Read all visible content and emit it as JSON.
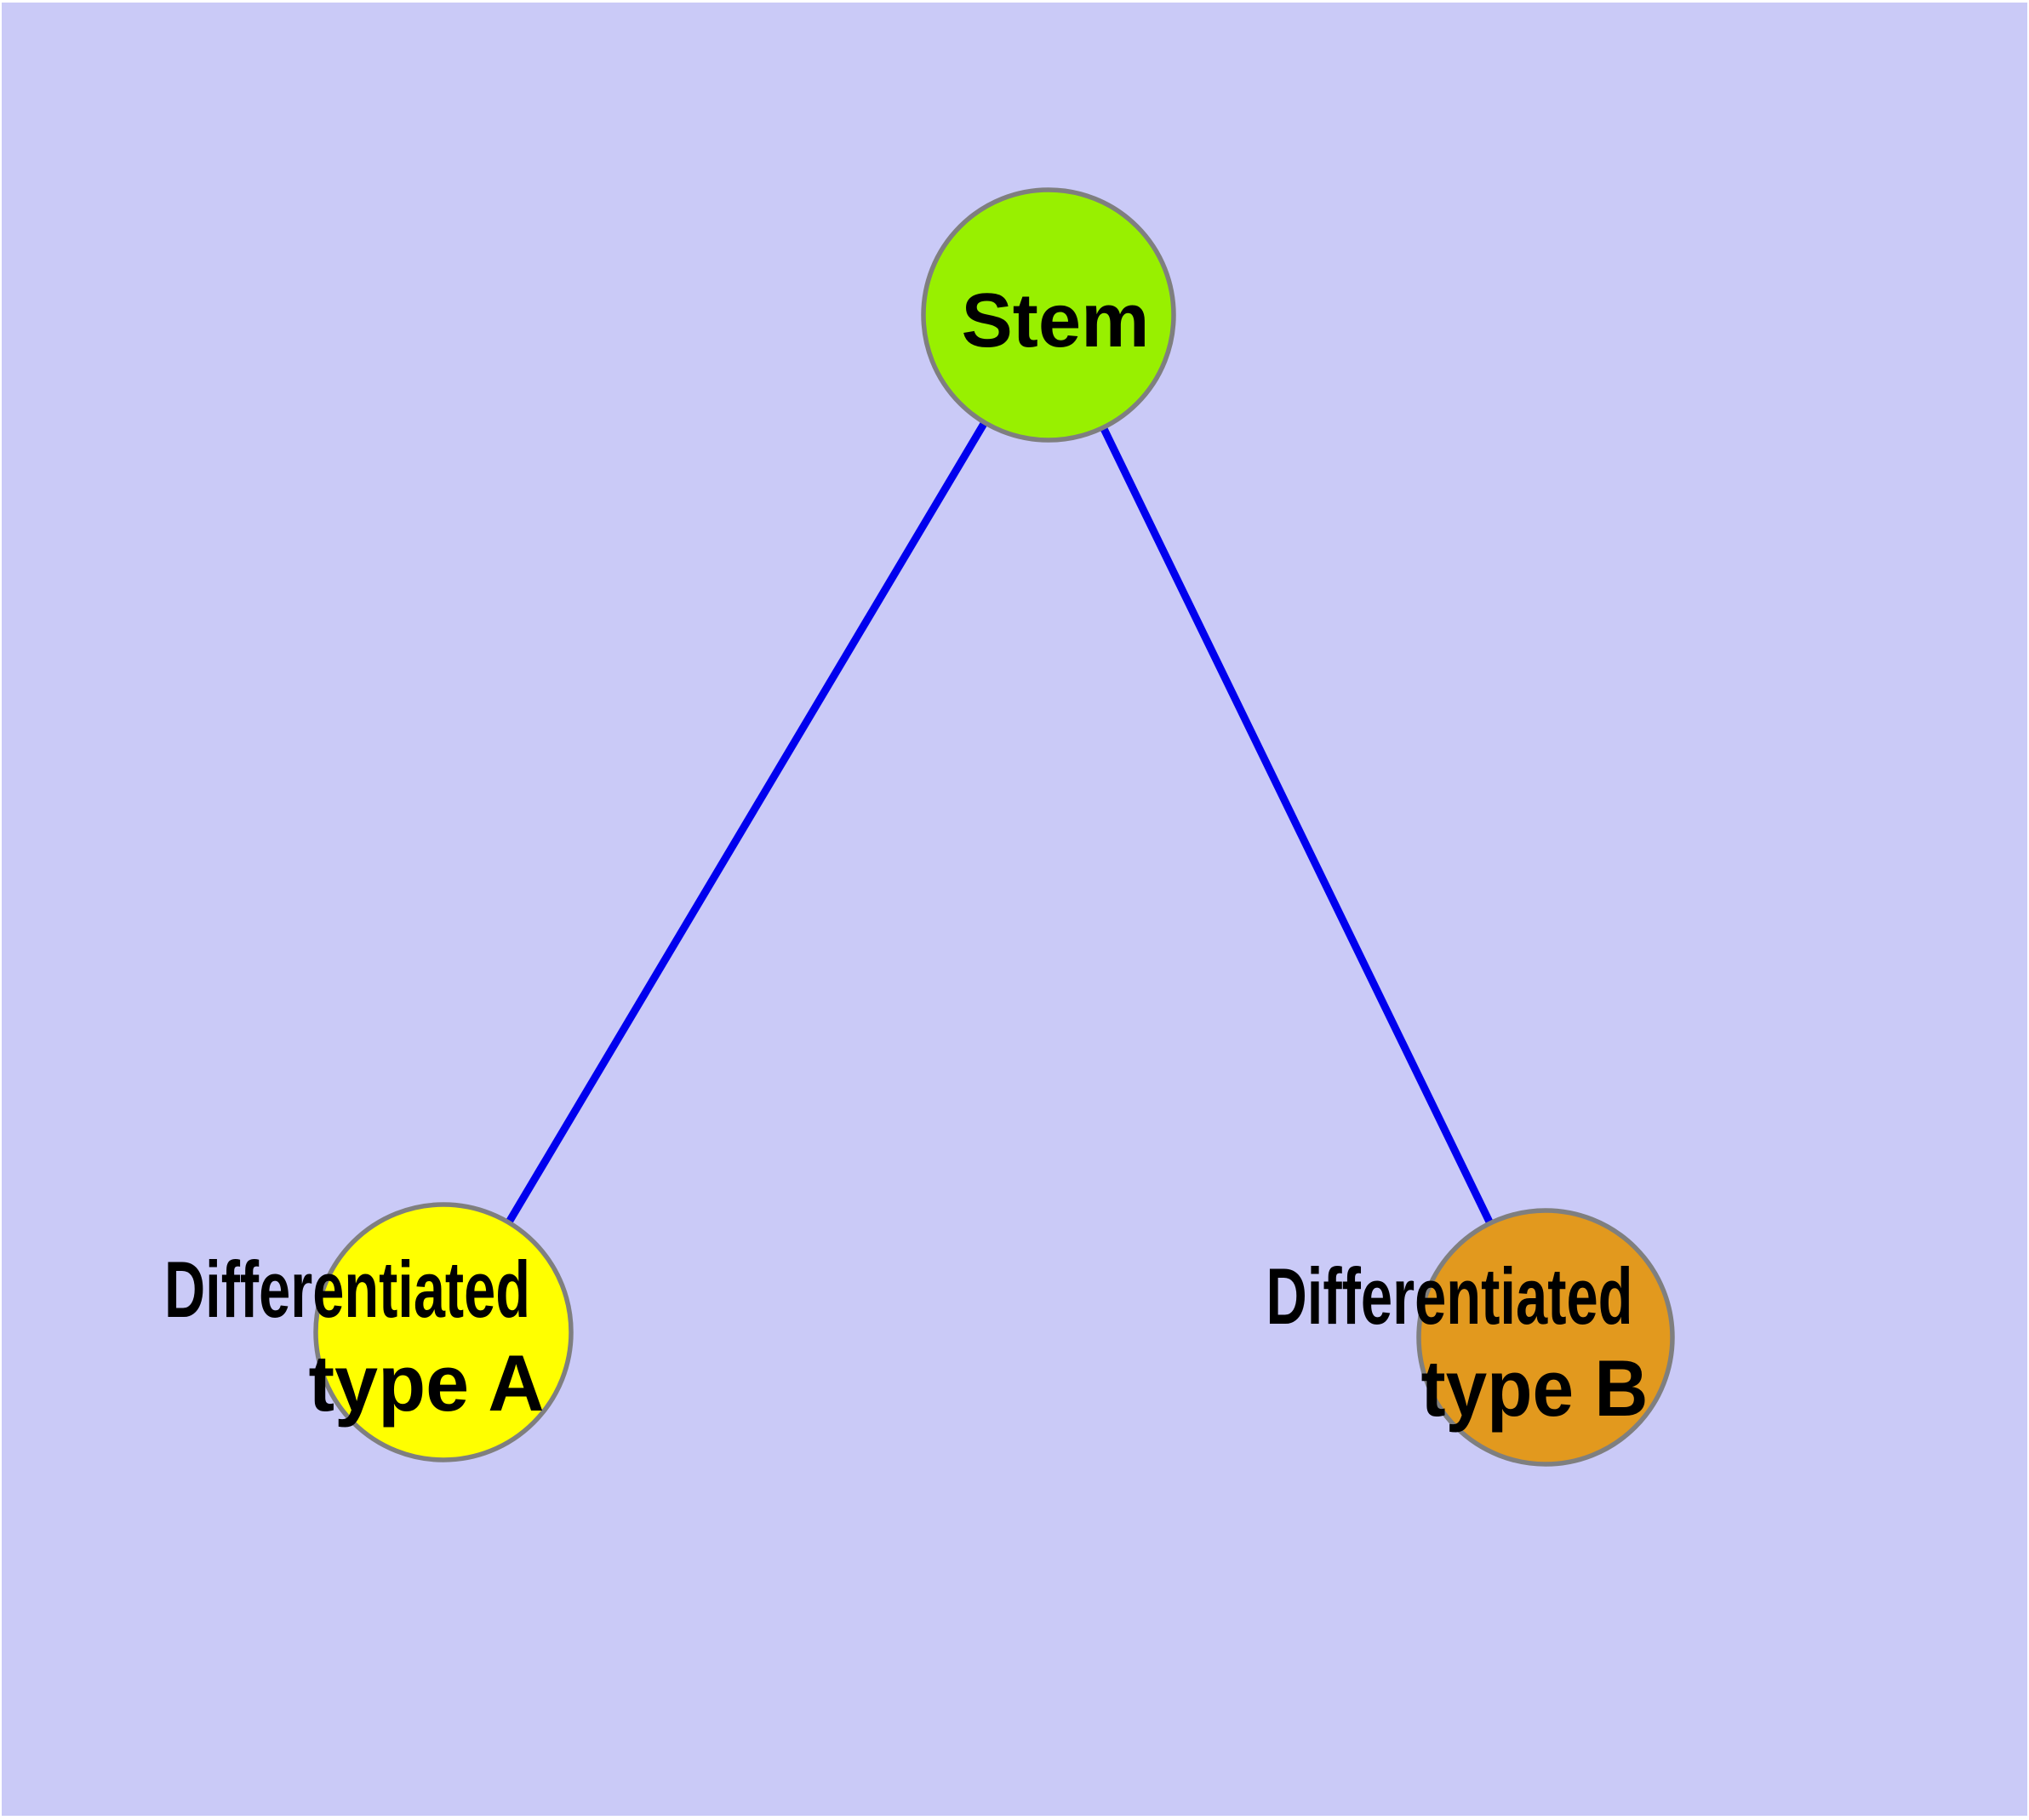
{
  "diagram": {
    "type": "graph",
    "description": "Stem cell differentiation tree: one stem node connected to two differentiated cell type nodes",
    "background_color": "#CACAF7",
    "edge_color": "#0000EE",
    "node_border_color": "#7F7F7F",
    "label_color": "#000000",
    "nodes": [
      {
        "id": "stem",
        "label": "Stem",
        "label_lines": [
          "Stem"
        ],
        "color": "#98F000"
      },
      {
        "id": "differentiated-type-a",
        "label": "Differentiated type A",
        "label_lines": [
          "Differentiated",
          "type A"
        ],
        "color": "#FFFF00"
      },
      {
        "id": "differentiated-type-b",
        "label": "Differentiated type B",
        "label_lines": [
          "Differentiated",
          "type B"
        ],
        "color": "#E2991E"
      }
    ],
    "edges": [
      {
        "from": "stem",
        "to": "differentiated-type-a"
      },
      {
        "from": "stem",
        "to": "differentiated-type-b"
      }
    ]
  }
}
